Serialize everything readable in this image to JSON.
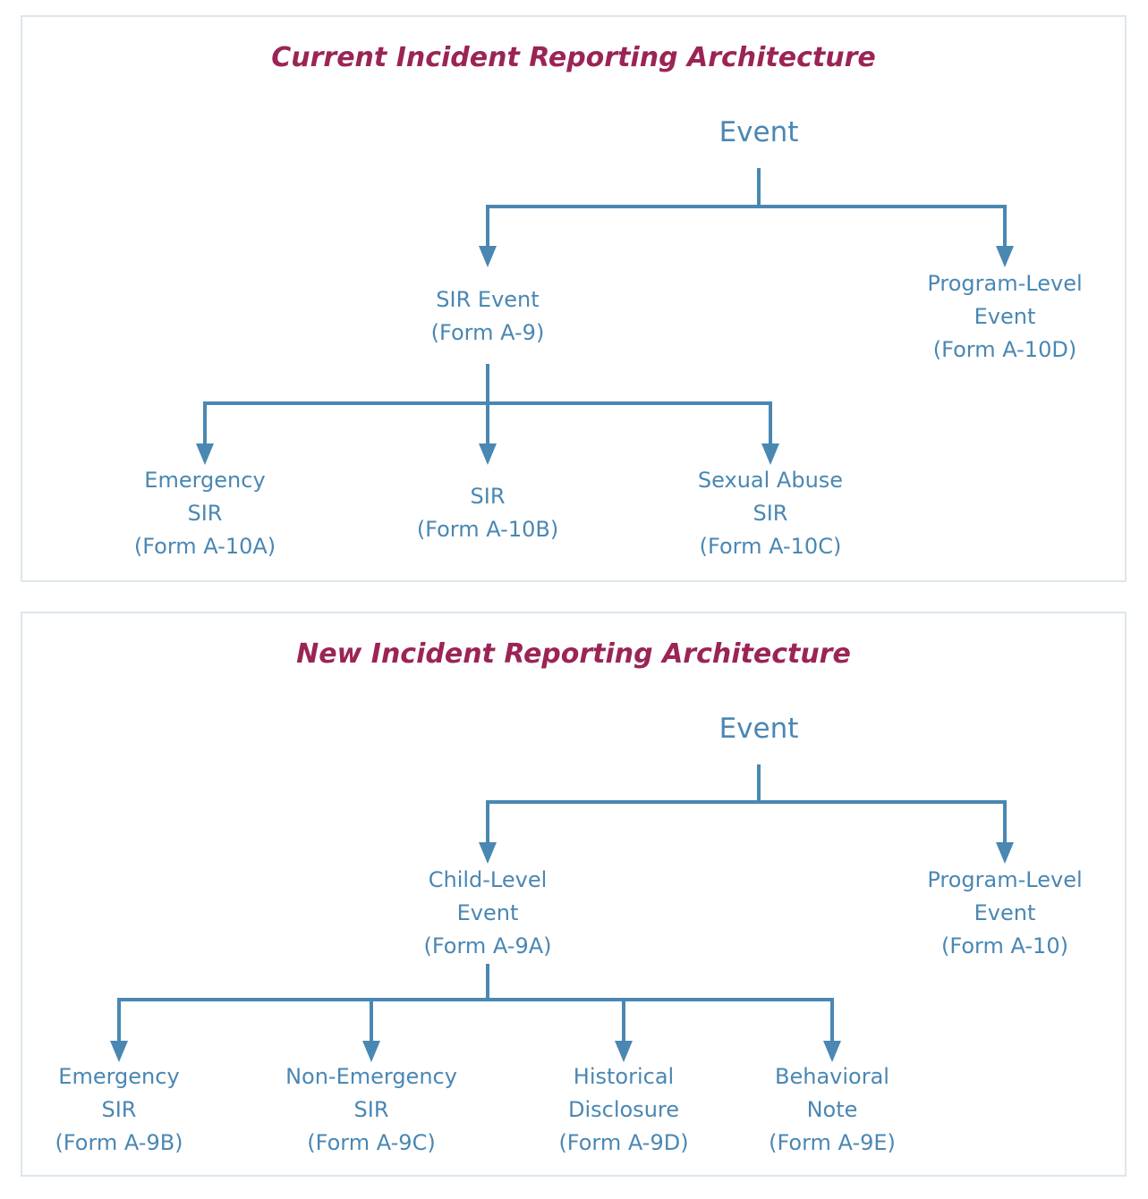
{
  "colors": {
    "title": "#9b2456",
    "node_text": "#4a87b3",
    "connector": "#4a87b3",
    "panel_border": "#dce6ee"
  },
  "current": {
    "title": "Current Incident Reporting Architecture",
    "root": [
      "Event"
    ],
    "sir_event": [
      "SIR Event",
      "(Form A-9)"
    ],
    "program_level": [
      "Program-Level",
      "Event",
      "(Form A-10D)"
    ],
    "emergency_sir": [
      "Emergency",
      "SIR",
      "(Form A-10A)"
    ],
    "sir": [
      "SIR",
      "(Form A-10B)"
    ],
    "sexual_abuse_sir": [
      "Sexual Abuse",
      "SIR",
      "(Form A-10C)"
    ]
  },
  "new": {
    "title": "New Incident Reporting Architecture",
    "root": [
      "Event"
    ],
    "child_level": [
      "Child-Level",
      "Event",
      "(Form A-9A)"
    ],
    "program_level": [
      "Program-Level",
      "Event",
      "(Form A-10)"
    ],
    "emergency_sir": [
      "Emergency",
      "SIR",
      "(Form A-9B)"
    ],
    "non_emergency_sir": [
      "Non-Emergency",
      "SIR",
      "(Form A-9C)"
    ],
    "historical_disclosure": [
      "Historical",
      "Disclosure",
      "(Form A-9D)"
    ],
    "behavioral_note": [
      "Behavioral",
      "Note",
      "(Form A-9E)"
    ]
  }
}
